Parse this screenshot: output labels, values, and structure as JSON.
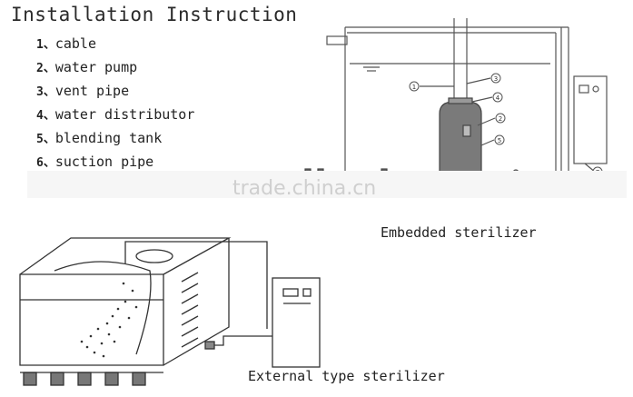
{
  "title": "Installation Instruction",
  "legend": [
    {
      "num": "1、",
      "label": "cable"
    },
    {
      "num": "2、",
      "label": "water pump"
    },
    {
      "num": "3、",
      "label": "vent pipe"
    },
    {
      "num": "4、",
      "label": "water distributor"
    },
    {
      "num": "5、",
      "label": "blending tank"
    },
    {
      "num": "6、",
      "label": "suction pipe"
    }
  ],
  "diagram_markers": [
    "1",
    "3",
    "4",
    "2",
    "5",
    "7"
  ],
  "captions": {
    "embedded": "Embedded sterilizer",
    "external": "External type sterilizer"
  },
  "watermark": "trade.china.cn"
}
